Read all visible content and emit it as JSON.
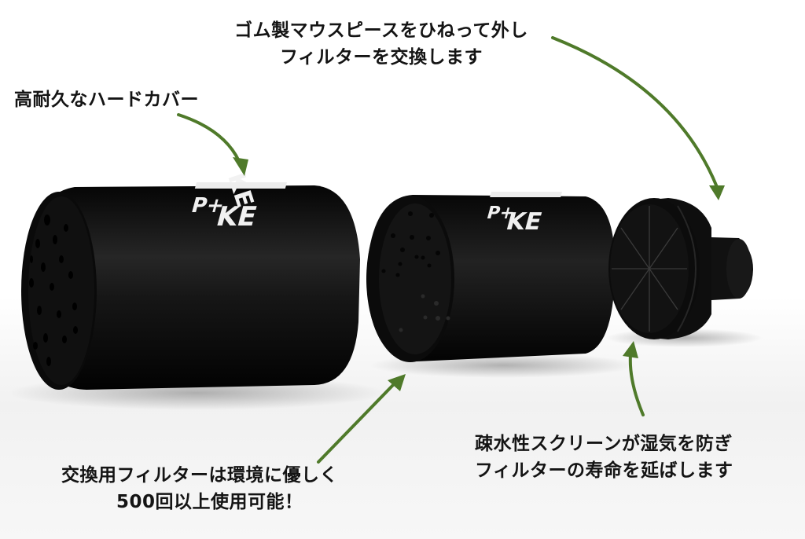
{
  "captions": {
    "mouthpiece": {
      "line1": "ゴム製マウスピースをひねって外し",
      "line2": "フィルターを交換します"
    },
    "hard_cover": {
      "line1": "高耐久なハードカバー"
    },
    "replacement_filter": {
      "line1": "交換用フィルターは環境に優しく",
      "line2": "500回以上使用可能！"
    },
    "hydrophobic_screen": {
      "line1": "疎水性スクリーンが湿気を防ぎ",
      "line2": "フィルターの寿命を延ばします"
    }
  },
  "product": {
    "parts": [
      {
        "id": "hard-cover",
        "label": "hard cover cylinder"
      },
      {
        "id": "replacement-filter",
        "label": "replacement filter cartridge"
      },
      {
        "id": "mouthpiece",
        "label": "rubber mouthpiece with hydrophobic screen"
      }
    ],
    "logo_fragments": [
      "KE",
      "P+"
    ]
  },
  "colors": {
    "arrow": "#4f7a2a",
    "product_black": "#0d0d0d",
    "text": "#141414",
    "background": "#ffffff"
  },
  "icons": {
    "arrows": [
      "curved-arrow-to-cover",
      "curved-arrow-to-mouthpiece",
      "straight-arrow-to-filter",
      "curved-arrow-to-screen"
    ]
  }
}
